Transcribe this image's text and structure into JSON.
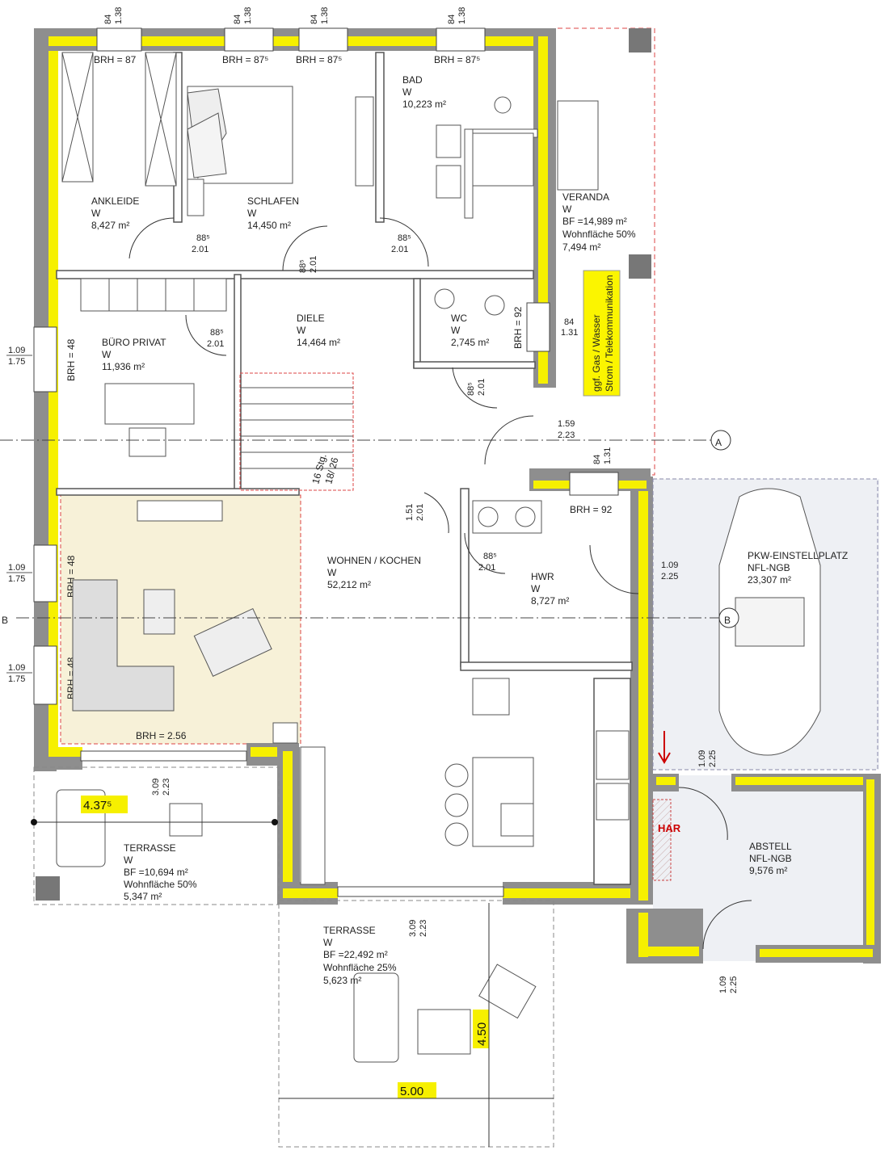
{
  "rooms": {
    "ankleide": {
      "name": "ANKLEIDE",
      "type": "W",
      "area": "8,427 m²"
    },
    "schlafen": {
      "name": "SCHLAFEN",
      "type": "W",
      "area": "14,450 m²"
    },
    "bad": {
      "name": "BAD",
      "type": "W",
      "area": "10,223 m²"
    },
    "veranda": {
      "name": "VERANDA",
      "type": "W",
      "bf": "BF =14,989 m²",
      "wohnflaeche": "Wohnfläche  50%",
      "area": "7,494 m²"
    },
    "buero": {
      "name": "BÜRO PRIVAT",
      "type": "W",
      "area": "11,936 m²"
    },
    "diele": {
      "name": "DIELE",
      "type": "W",
      "area": "14,464 m²"
    },
    "wc": {
      "name": "WC",
      "type": "W",
      "area": "2,745 m²"
    },
    "wohnen": {
      "name": "WOHNEN / KOCHEN",
      "type": "W",
      "area": "52,212 m²"
    },
    "hwr": {
      "name": "HWR",
      "type": "W",
      "area": "8,727 m²"
    },
    "pkw": {
      "name": "PKW-EINSTELLPLATZ",
      "type": "NFL-NGB",
      "area": "23,307 m²"
    },
    "abstell": {
      "name": "ABSTELL",
      "type": "NFL-NGB",
      "area": "9,576 m²"
    },
    "terrasse_left": {
      "name": "TERRASSE",
      "type": "W",
      "bf": "BF =10,694 m²",
      "wohnflaeche": "Wohnfläche  50%",
      "area": "5,347 m²"
    },
    "terrasse_bottom": {
      "name": "TERRASSE",
      "type": "W",
      "bf": "BF =22,492 m²",
      "wohnflaeche": "Wohnfläche  25%",
      "area": "5,623 m²"
    }
  },
  "utility_note": {
    "line1": "ggf. Gas / Wasser",
    "line2": "Strom / Telekommunikation"
  },
  "har_label": "HAR",
  "stairs": {
    "line1": "16 Stg.",
    "line2": "18/ 26"
  },
  "brh": {
    "ankleide": "BRH = 87",
    "schlafen": "BRH = 87⁵",
    "schlafen2": "BRH = 87⁵",
    "bad": "BRH = 87⁵",
    "buero": "BRH = 48",
    "wohnen1": "BRH = 48",
    "wohnen2": "BRH = 48",
    "wc": "BRH = 92",
    "hwr": "BRH = 92",
    "terrasse": "BRH = 2.56"
  },
  "dimensions": {
    "top_windows_a": "84",
    "top_windows_b": "1.38",
    "door_a": "88⁵",
    "door_b": "2.01",
    "win_left_a": "1.09",
    "win_left_b": "1.75",
    "wc_win_a": "84",
    "wc_win_b": "1.31",
    "entry_a": "1.59",
    "entry_b": "2.23",
    "diele_door_a": "1.51",
    "diele_door_b": "2.01",
    "hwr_ext_a": "1.09",
    "hwr_ext_b": "2.25",
    "terrace_door_a": "3.09",
    "terrace_door_b": "2.23",
    "left_ter_a": "3.09",
    "left_ter_b": "2.23",
    "garage_door_a": "1.09",
    "garage_door_b": "2.25"
  },
  "highlight_dims": {
    "left_terrace": "4.37⁵",
    "bottom_depth": "4.50",
    "bottom_width": "5.00"
  },
  "section_marks": {
    "a": "A",
    "b": "B"
  }
}
